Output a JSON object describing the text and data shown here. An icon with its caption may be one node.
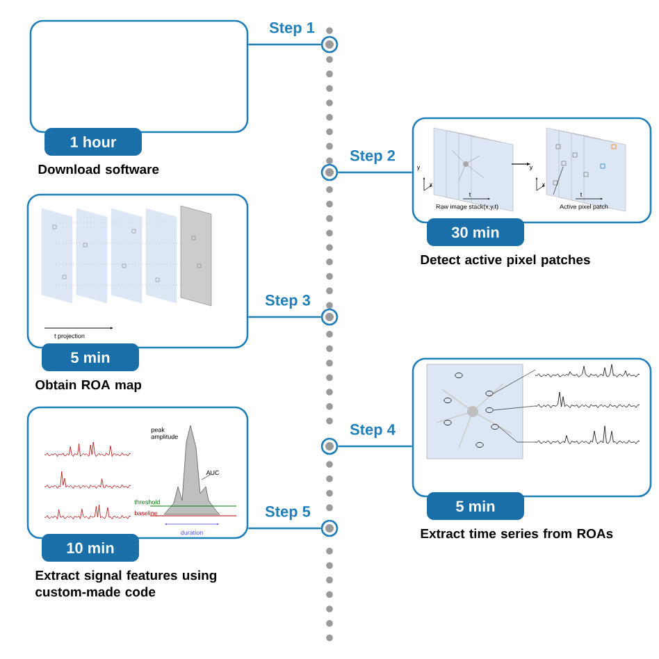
{
  "diagram": {
    "nodes": [
      {
        "text": [
          "1 hour"
        ],
        "beside": [
          "Download software"
        ]
      },
      {
        "text": [
          "30 min"
        ],
        "beside": [
          "Detect active pixel patches"
        ]
      },
      {
        "text": [
          "5 min"
        ],
        "beside": [
          "Obtain ROA map"
        ]
      },
      {
        "text": [
          "5 min"
        ],
        "beside": [
          "Extract time series from ROAs"
        ]
      },
      {
        "text": [
          "10 min"
        ],
        "beside": [
          "Extract signal features using custom-made code"
        ]
      },
      {
        "text": [],
        "shape": "circle"
      },
      {
        "text": [],
        "shape": "circle"
      },
      {
        "text": [],
        "shape": "circle"
      },
      {
        "text": [],
        "shape": "circle"
      },
      {
        "text": [],
        "shape": "circle"
      }
    ],
    "edges": [
      {
        "from": 0,
        "to": 5,
        "arrow": "none",
        "label": "Step 1"
      },
      {
        "from": 1,
        "to": 6,
        "arrow": "none",
        "label": "Step 2"
      },
      {
        "from": 2,
        "to": 7,
        "arrow": "none",
        "label": "Step 3"
      },
      {
        "from": 3,
        "to": 8,
        "arrow": "none",
        "label": "Step 4"
      },
      {
        "from": 4,
        "to": 9,
        "arrow": "none",
        "label": "Step 5"
      }
    ],
    "labels": [
      "y",
      "x",
      "t",
      "Raw image stack(x,y,t)",
      "y",
      "x",
      "t",
      "Active pixel patch",
      "t projection",
      "peak amplitude",
      "AUC",
      "threshold",
      "baseline",
      "duration"
    ]
  }
}
